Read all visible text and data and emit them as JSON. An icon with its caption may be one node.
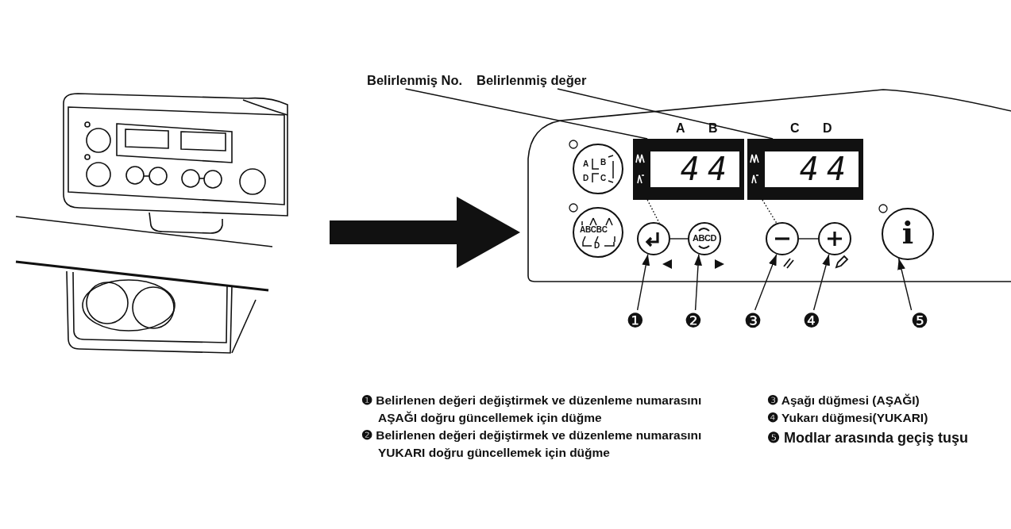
{
  "diagram": {
    "nodes": [
      {
        "text": [],
        "shape": "picture"
      },
      {
        "text": [
          "Belirlenmiş No."
        ]
      },
      {
        "text": [
          "Belirlenmiş değer"
        ]
      },
      {
        "text": [],
        "shape": "box"
      },
      {
        "text": [
          "A",
          "B",
          "D",
          "C"
        ],
        "in": 3
      },
      {
        "text": [
          "44"
        ],
        "beside": [
          "A",
          "B"
        ],
        "in": 3
      },
      {
        "text": [
          "44"
        ],
        "beside": [
          "C",
          "D"
        ],
        "in": 3
      },
      {
        "text": [
          "ABCBC",
          "D"
        ],
        "in": 3
      },
      {
        "text": [],
        "shape": "circle",
        "in": 3
      },
      {
        "text": [
          "ABCD"
        ],
        "in": 3
      },
      {
        "text": [],
        "shape": "circle",
        "in": 3
      },
      {
        "text": [],
        "shape": "circle",
        "in": 3
      },
      {
        "text": [
          "i"
        ],
        "in": 3
      },
      {
        "text": [
          "❶"
        ]
      },
      {
        "text": [
          "❷"
        ]
      },
      {
        "text": [
          "❸"
        ]
      },
      {
        "text": [
          "❹"
        ]
      },
      {
        "text": [
          "❺"
        ]
      }
    ],
    "edges": [
      {
        "from": 0,
        "to": 3,
        "arrow": "to",
        "style": "thick"
      },
      {
        "from": 1,
        "to": 5,
        "arrow": "none"
      },
      {
        "from": 2,
        "to": 6,
        "arrow": "none"
      },
      {
        "from": 5,
        "to": 8,
        "arrow": "none",
        "style": "dashed"
      },
      {
        "from": 6,
        "to": 10,
        "arrow": "none",
        "style": "dashed"
      },
      {
        "from": 8,
        "to": 9,
        "arrow": "none"
      },
      {
        "from": 10,
        "to": 11,
        "arrow": "none"
      },
      {
        "from": 13,
        "to": 8,
        "arrow": "to"
      },
      {
        "from": 14,
        "to": 9,
        "arrow": "to"
      },
      {
        "from": 15,
        "to": 10,
        "arrow": "to"
      },
      {
        "from": 16,
        "to": 11,
        "arrow": "to"
      },
      {
        "from": 17,
        "to": 12,
        "arrow": "to"
      }
    ],
    "labels": [
      "❶ Belirlenen değeri değiştirmek ve düzenleme numarasını AŞAĞI doğru güncellemek için düğme",
      "❷ Belirlenen değeri değiştirmek ve düzenleme numarasını YUKARI doğru güncellemek için düğme",
      "❸ Aşağı düğmesi (AŞAĞI)",
      "❹ Yukarı düğmesi(YUKARI)",
      "❺ Modlar arasında geçiş tuşu"
    ]
  }
}
